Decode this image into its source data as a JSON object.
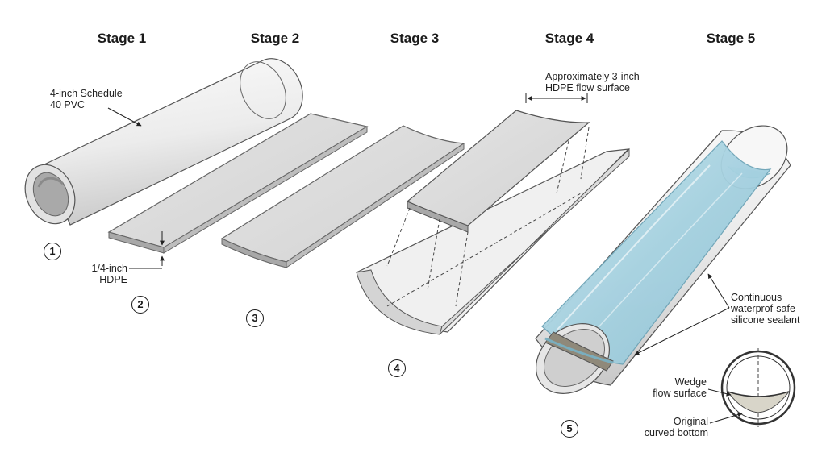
{
  "stages": [
    {
      "title": "Stage 1",
      "step": "1"
    },
    {
      "title": "Stage 2",
      "step": "2"
    },
    {
      "title": "Stage 3",
      "step": "3"
    },
    {
      "title": "Stage 4",
      "step": "4"
    },
    {
      "title": "Stage 5",
      "step": "5"
    }
  ],
  "labels": {
    "pvc_line1": "4-inch Schedule",
    "pvc_line2": "40 PVC",
    "hdpe_line1": "1/4-inch",
    "hdpe_line2": "HDPE",
    "flow_line1": "Approximately 3-inch",
    "flow_line2": "HDPE flow surface",
    "sealant_line1": "Continuous",
    "sealant_line2": "waterprof-safe",
    "sealant_line3": "silicone sealant",
    "wedge_line1": "Wedge",
    "wedge_line2": "flow surface",
    "bottom_line1": "Original",
    "bottom_line2": "curved bottom"
  },
  "colors": {
    "pipe": "#eeeeee",
    "pipe_shade": "#cfcfcf",
    "strip_top": "#dcdcdc",
    "strip_edge": "#9d9d9d",
    "water": "#a8d3e2",
    "wedge": "#d8d5c9",
    "outline": "#333333"
  }
}
